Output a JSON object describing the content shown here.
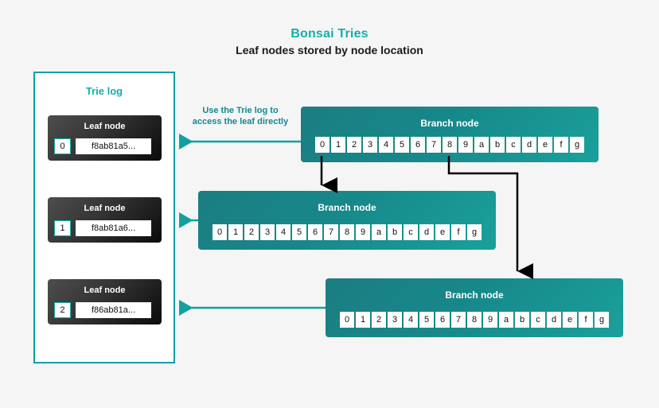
{
  "header": {
    "title": "Bonsai Tries",
    "subtitle": "Leaf nodes stored by node location"
  },
  "colors": {
    "accent_teal": "#12b0ab",
    "branch_teal_dark": "#1b7d82",
    "branch_teal_light": "#1aa09c",
    "panel_border": "#00a0a6",
    "leaf_dark": "#333333",
    "background": "#f5f5f5",
    "arrow_black": "#000000",
    "arrow_teal": "#12a0a0"
  },
  "trie_log": {
    "title": "Trie log",
    "leaf_nodes": [
      {
        "label": "Leaf node",
        "index": "0",
        "hash": "f8ab81a5..."
      },
      {
        "label": "Leaf node",
        "index": "1",
        "hash": "f8ab81a6..."
      },
      {
        "label": "Leaf node",
        "index": "2",
        "hash": "f86ab81a..."
      }
    ]
  },
  "annotation": {
    "line1": "Use the Trie log to",
    "line2": "access the leaf directly"
  },
  "branch_nodes": [
    {
      "label": "Branch node",
      "cells": [
        "0",
        "1",
        "2",
        "3",
        "4",
        "5",
        "6",
        "7",
        "8",
        "9",
        "a",
        "b",
        "c",
        "d",
        "e",
        "f",
        "g"
      ]
    },
    {
      "label": "Branch node",
      "cells": [
        "0",
        "1",
        "2",
        "3",
        "4",
        "5",
        "6",
        "7",
        "8",
        "9",
        "a",
        "b",
        "c",
        "d",
        "e",
        "f",
        "g"
      ]
    },
    {
      "label": "Branch node",
      "cells": [
        "0",
        "1",
        "2",
        "3",
        "4",
        "5",
        "6",
        "7",
        "8",
        "9",
        "a",
        "b",
        "c",
        "d",
        "e",
        "f",
        "g"
      ]
    }
  ]
}
